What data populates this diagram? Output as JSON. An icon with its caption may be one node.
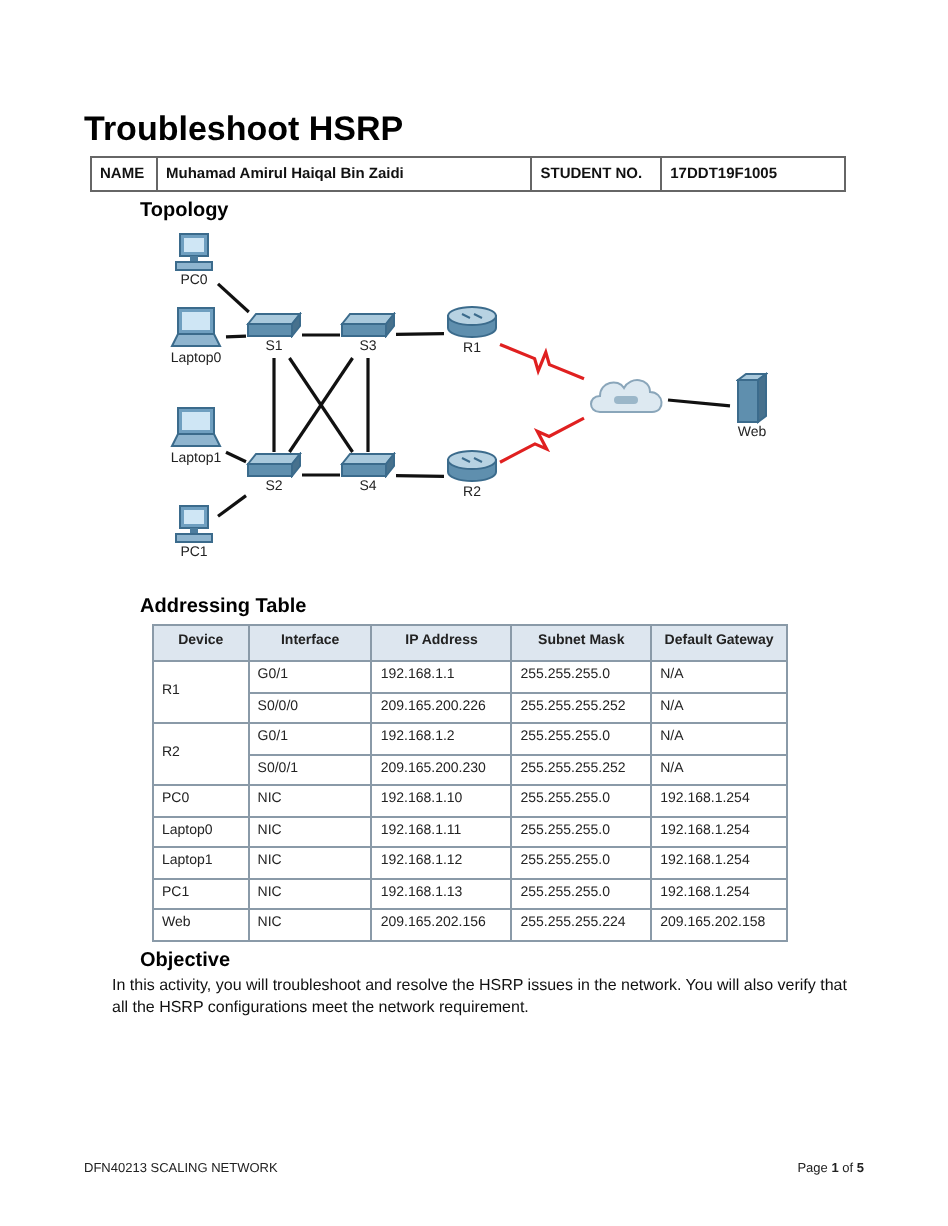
{
  "diagram": {
    "title": "Troubleshoot HSRP",
    "nodes": [
      {
        "text": [
          "PC0"
        ]
      },
      {
        "text": [
          "Laptop0"
        ]
      },
      {
        "text": [
          "Laptop1"
        ]
      },
      {
        "text": [
          "PC1"
        ]
      },
      {
        "text": [
          "S1"
        ]
      },
      {
        "text": [
          "S3"
        ]
      },
      {
        "text": [
          "S2"
        ]
      },
      {
        "text": [
          "S4"
        ]
      },
      {
        "text": [
          "R1"
        ]
      },
      {
        "text": [
          "R2"
        ]
      },
      {
        "text": [],
        "shape": "cloud"
      },
      {
        "text": [
          "Web"
        ]
      }
    ],
    "edges": [
      {
        "from": 0,
        "to": 4,
        "arrow": "none"
      },
      {
        "from": 1,
        "to": 4,
        "arrow": "none"
      },
      {
        "from": 2,
        "to": 6,
        "arrow": "none"
      },
      {
        "from": 3,
        "to": 6,
        "arrow": "none"
      },
      {
        "from": 4,
        "to": 5,
        "arrow": "none"
      },
      {
        "from": 4,
        "to": 6,
        "arrow": "none"
      },
      {
        "from": 4,
        "to": 7,
        "arrow": "none"
      },
      {
        "from": 5,
        "to": 6,
        "arrow": "none"
      },
      {
        "from": 5,
        "to": 7,
        "arrow": "none"
      },
      {
        "from": 6,
        "to": 7,
        "arrow": "none"
      },
      {
        "from": 5,
        "to": 8,
        "arrow": "none"
      },
      {
        "from": 7,
        "to": 9,
        "arrow": "none"
      },
      {
        "from": 8,
        "to": 10,
        "arrow": "none",
        "color": "#e02020"
      },
      {
        "from": 9,
        "to": 10,
        "arrow": "none",
        "color": "#e02020"
      },
      {
        "from": 10,
        "to": 11,
        "arrow": "none"
      }
    ],
    "labels": [
      "NAME",
      "Muhamad Amirul Haiqal Bin Zaidi",
      "STUDENT NO.",
      "17DDT19F1005",
      "Topology",
      "Addressing Table",
      "Device",
      "Interface",
      "IP Address",
      "Subnet Mask",
      "Default Gateway",
      "R1",
      "G0/1",
      "192.168.1.1",
      "255.255.255.0",
      "N/A",
      "S0/0/0",
      "209.165.200.226",
      "255.255.255.252",
      "N/A",
      "R2",
      "G0/1",
      "192.168.1.2",
      "255.255.255.0",
      "N/A",
      "S0/0/1",
      "209.165.200.230",
      "255.255.255.252",
      "N/A",
      "PC0",
      "NIC",
      "192.168.1.10",
      "255.255.255.0",
      "192.168.1.254",
      "Laptop0",
      "NIC",
      "192.168.1.11",
      "255.255.255.0",
      "192.168.1.254",
      "Laptop1",
      "NIC",
      "192.168.1.12",
      "255.255.255.0",
      "192.168.1.254",
      "PC1",
      "NIC",
      "192.168.1.13",
      "255.255.255.0",
      "192.168.1.254",
      "Web",
      "NIC",
      "209.165.202.156",
      "255.255.255.224",
      "209.165.202.158",
      "Objective",
      "In this activity, you will troubleshoot and resolve the HSRP issues in the network. You will also verify that all the HSRP configurations meet the network requirement.",
      "DFN40213 SCALING NETWORK",
      "Page **1** of **5**"
    ]
  }
}
